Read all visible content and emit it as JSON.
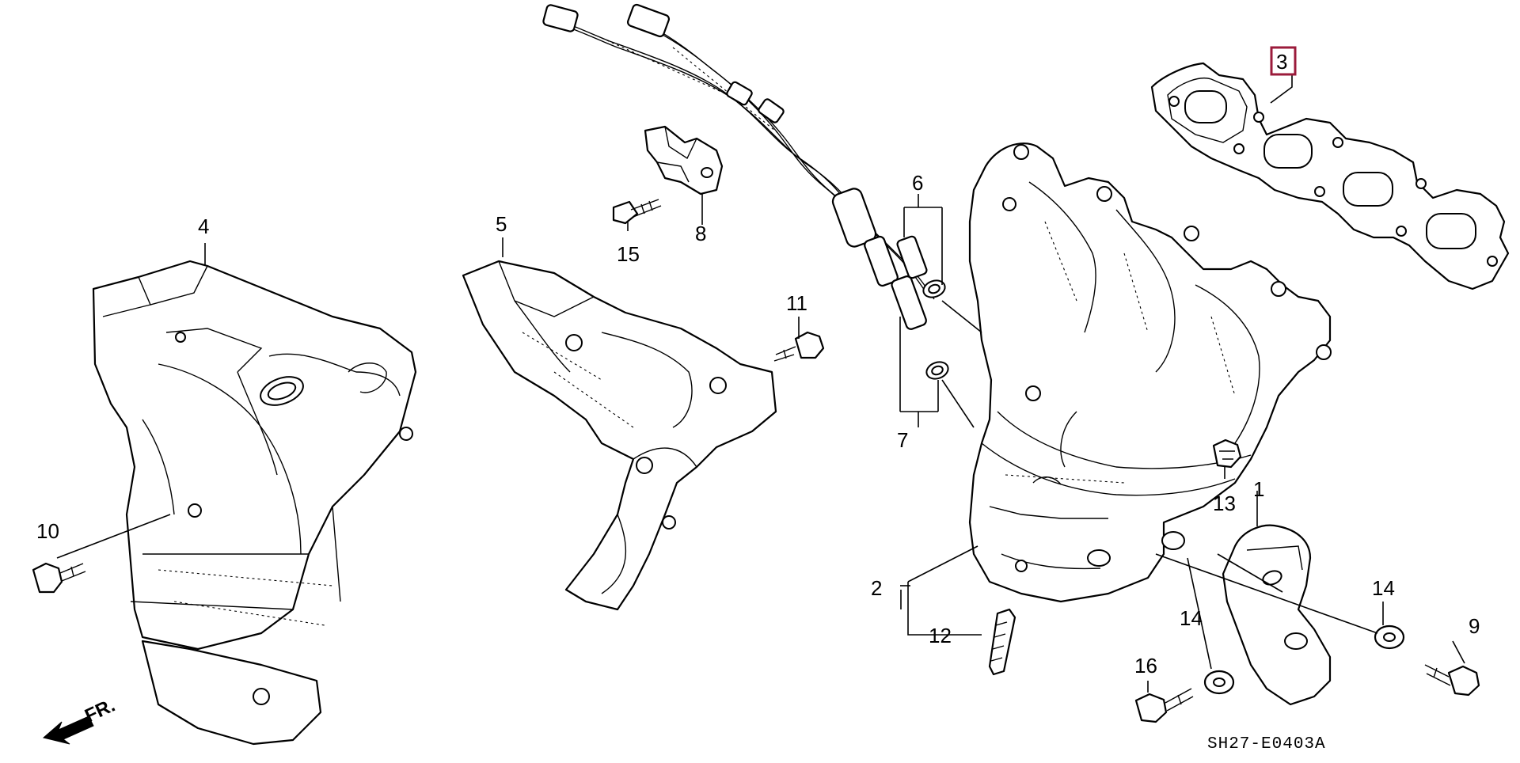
{
  "diagram": {
    "reference_code": "SH27-E0403A",
    "front_indicator": "FR.",
    "highlighted_part": "3",
    "callouts": {
      "c1": "1",
      "c2": "2",
      "c3": "3",
      "c4": "4",
      "c5": "5",
      "c6": "6",
      "c7": "7",
      "c8": "8",
      "c9": "9",
      "c10": "10",
      "c11": "11",
      "c12": "12",
      "c13": "13",
      "c14a": "14",
      "c14b": "14",
      "c15": "15",
      "c16": "16"
    },
    "colors": {
      "line": "#000000",
      "background": "#ffffff",
      "highlight": "#9b1b3b"
    }
  }
}
